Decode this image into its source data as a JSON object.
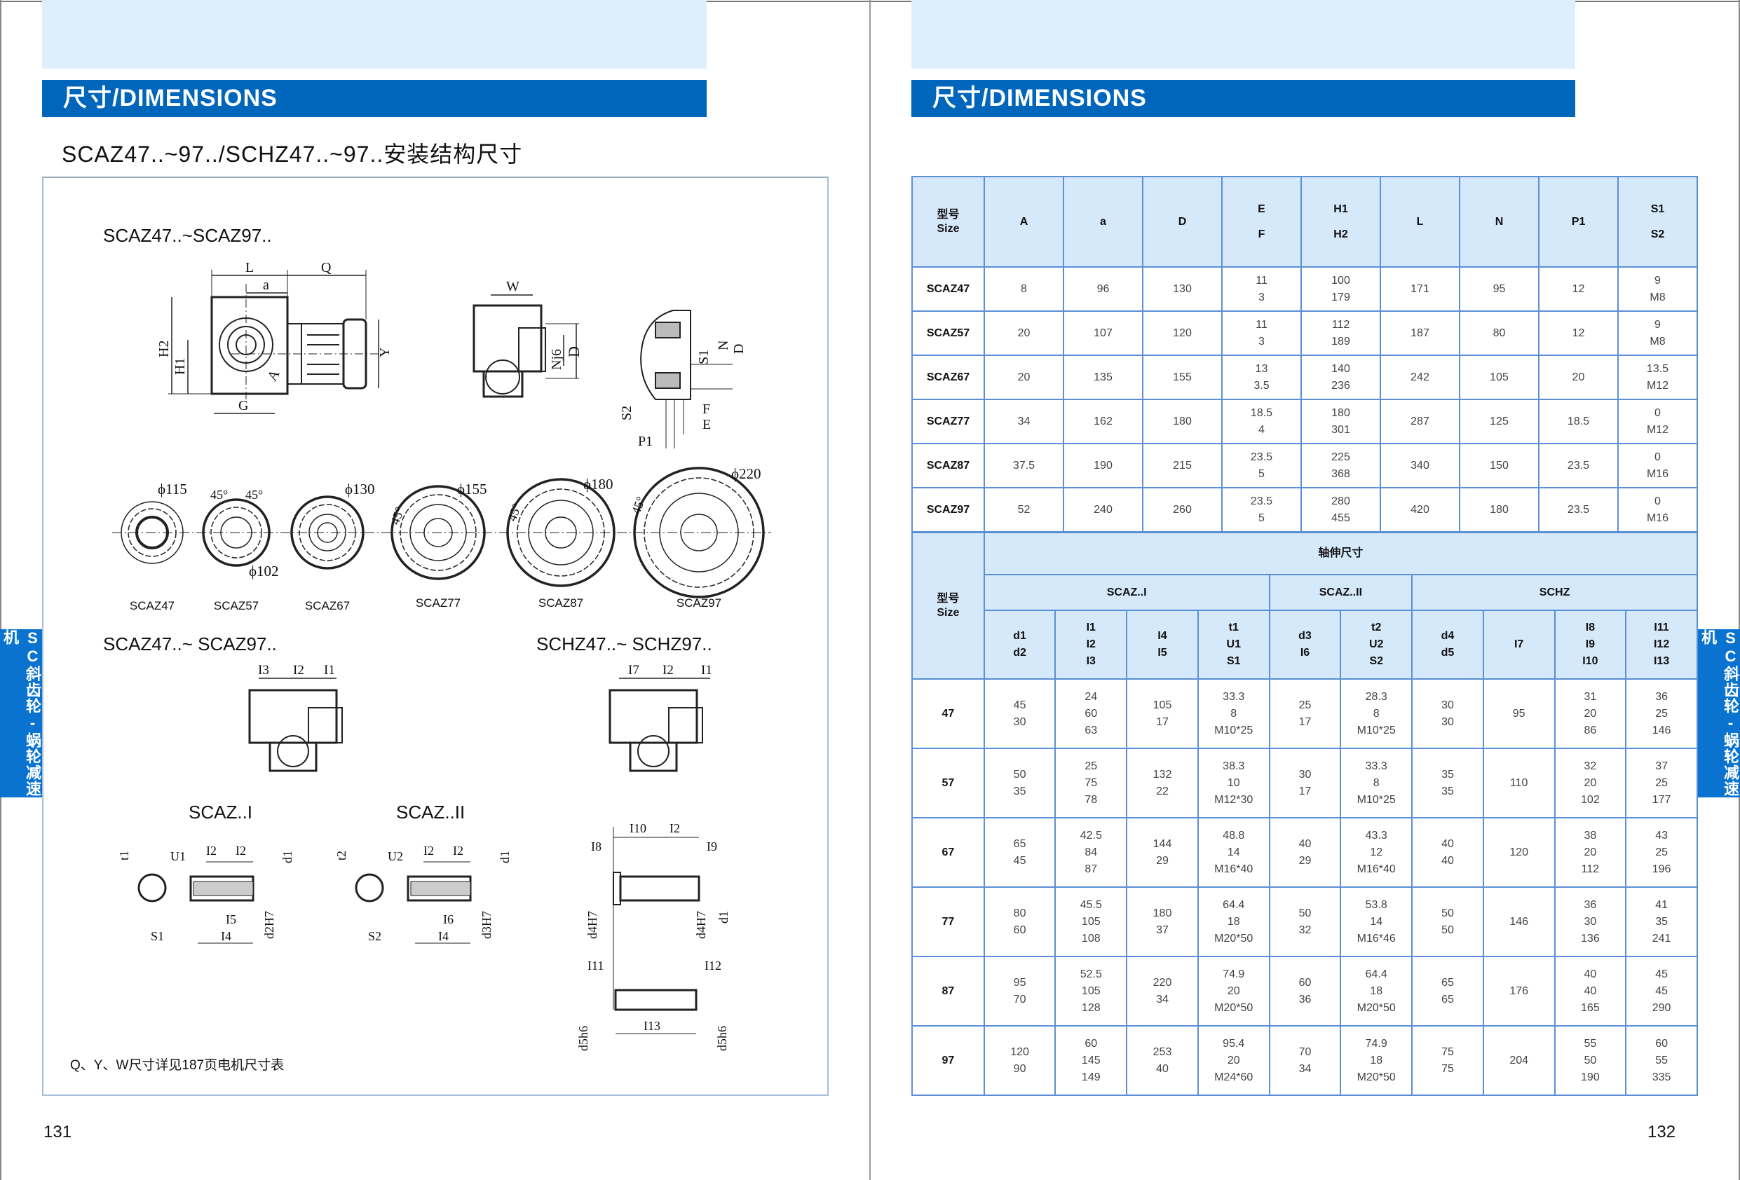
{
  "left_page": {
    "header_title": "尺寸/DIMENSIONS",
    "subtitle": "SCAZ47..~97../SCHZ47..~97..安装结构尺寸",
    "section1_title": "SCAZ47..~SCAZ97..",
    "main_dims": [
      "L",
      "Q",
      "a",
      "H2",
      "H1",
      "A",
      "G",
      "Y",
      "W",
      "Nj6",
      "D",
      "S1",
      "N",
      "D",
      "S2",
      "F",
      "E",
      "P1"
    ],
    "flanges": [
      {
        "model": "SCAZ47",
        "dia": "ϕ115",
        "extra": "ϕ102"
      },
      {
        "model": "SCAZ57",
        "dia": "45°",
        "extra": "45°"
      },
      {
        "model": "SCAZ67",
        "dia": "ϕ130"
      },
      {
        "model": "SCAZ77",
        "dia": "ϕ155",
        "angle": "45°"
      },
      {
        "model": "SCAZ87",
        "dia": "ϕ180",
        "angle": "45°"
      },
      {
        "model": "SCAZ97",
        "dia": "ϕ220",
        "angle": "45°"
      }
    ],
    "section2_left_title": "SCAZ47..~ SCAZ97..",
    "section2_right_title": "SCHZ47..~ SCHZ97..",
    "gearbox_dims_left": [
      "I3",
      "I2",
      "I1"
    ],
    "gearbox_dims_right": [
      "I7",
      "I2",
      "I1"
    ],
    "shaft1_title": "SCAZ..I",
    "shaft2_title": "SCAZ..II",
    "shaft1_dims": [
      "t1",
      "U1",
      "I2",
      "I2",
      "d1",
      "I5",
      "S1",
      "I4",
      "d2H7"
    ],
    "shaft2_dims": [
      "t2",
      "U2",
      "I2",
      "I2",
      "d1",
      "I6",
      "S2",
      "I4",
      "d3H7"
    ],
    "schz_dims": [
      "I10",
      "I2",
      "I8",
      "I9",
      "d4H7",
      "d4H7",
      "d1",
      "I11",
      "I12",
      "I13",
      "d5h6",
      "d5h6"
    ],
    "note": "Q、Y、W尺寸详见187页电机尺寸表",
    "page_number": "131",
    "side_tab": "SC斜齿轮-蜗轮减速机"
  },
  "right_page": {
    "header_title": "尺寸/DIMENSIONS",
    "page_number": "132",
    "side_tab": "SC斜齿轮-蜗轮减速机",
    "table1": {
      "headers": [
        [
          "型号",
          "Size"
        ],
        [
          "A"
        ],
        [
          "a"
        ],
        [
          "D"
        ],
        [
          "E",
          "F"
        ],
        [
          "H1",
          "H2"
        ],
        [
          "L"
        ],
        [
          "N"
        ],
        [
          "P1"
        ],
        [
          "S1",
          "S2"
        ]
      ],
      "rows": [
        [
          "SCAZ47",
          "8",
          "96",
          "130",
          [
            "11",
            "3"
          ],
          [
            "100",
            "179"
          ],
          "171",
          "95",
          "12",
          [
            "9",
            "M8"
          ]
        ],
        [
          "SCAZ57",
          "20",
          "107",
          "120",
          [
            "11",
            "3"
          ],
          [
            "112",
            "189"
          ],
          "187",
          "80",
          "12",
          [
            "9",
            "M8"
          ]
        ],
        [
          "SCAZ67",
          "20",
          "135",
          "155",
          [
            "13",
            "3.5"
          ],
          [
            "140",
            "236"
          ],
          "242",
          "105",
          "20",
          [
            "13.5",
            "M12"
          ]
        ],
        [
          "SCAZ77",
          "34",
          "162",
          "180",
          [
            "18.5",
            "4"
          ],
          [
            "180",
            "301"
          ],
          "287",
          "125",
          "18.5",
          [
            "0",
            "M12"
          ]
        ],
        [
          "SCAZ87",
          "37.5",
          "190",
          "215",
          [
            "23.5",
            "5"
          ],
          [
            "225",
            "368"
          ],
          "340",
          "150",
          "23.5",
          [
            "0",
            "M16"
          ]
        ],
        [
          "SCAZ97",
          "52",
          "240",
          "260",
          [
            "23.5",
            "5"
          ],
          [
            "280",
            "455"
          ],
          "420",
          "180",
          "23.5",
          [
            "0",
            "M16"
          ]
        ]
      ]
    },
    "table2": {
      "size_header": [
        "型号",
        "Size"
      ],
      "title": "轴伸尺寸",
      "groups": [
        {
          "label": "SCAZ..I",
          "span": 4
        },
        {
          "label": "SCAZ..II",
          "span": 2
        },
        {
          "label": "SCHZ",
          "span": 4
        }
      ],
      "subheaders": [
        [
          "d1",
          "d2"
        ],
        [
          "I1",
          "I2",
          "I3"
        ],
        [
          "I4",
          "I5"
        ],
        [
          "t1",
          "U1",
          "S1"
        ],
        [
          "d3",
          "I6"
        ],
        [
          "t2",
          "U2",
          "S2"
        ],
        [
          "d4",
          "d5"
        ],
        [
          "I7"
        ],
        [
          "I8",
          "I9",
          "I10"
        ],
        [
          "I11",
          "I12",
          "I13"
        ]
      ],
      "rows": [
        [
          "47",
          [
            "45",
            "30"
          ],
          [
            "24",
            "60",
            "63"
          ],
          [
            "105",
            "17"
          ],
          [
            "33.3",
            "8",
            "M10*25"
          ],
          [
            "25",
            "17"
          ],
          [
            "28.3",
            "8",
            "M10*25"
          ],
          [
            "30",
            "30"
          ],
          [
            "95"
          ],
          [
            "31",
            "20",
            "86"
          ],
          [
            "36",
            "25",
            "146"
          ]
        ],
        [
          "57",
          [
            "50",
            "35"
          ],
          [
            "25",
            "75",
            "78"
          ],
          [
            "132",
            "22"
          ],
          [
            "38.3",
            "10",
            "M12*30"
          ],
          [
            "30",
            "17"
          ],
          [
            "33.3",
            "8",
            "M10*25"
          ],
          [
            "35",
            "35"
          ],
          [
            "110"
          ],
          [
            "32",
            "20",
            "102"
          ],
          [
            "37",
            "25",
            "177"
          ]
        ],
        [
          "67",
          [
            "65",
            "45"
          ],
          [
            "42.5",
            "84",
            "87"
          ],
          [
            "144",
            "29"
          ],
          [
            "48.8",
            "14",
            "M16*40"
          ],
          [
            "40",
            "29"
          ],
          [
            "43.3",
            "12",
            "M16*40"
          ],
          [
            "40",
            "40"
          ],
          [
            "120"
          ],
          [
            "38",
            "20",
            "112"
          ],
          [
            "43",
            "25",
            "196"
          ]
        ],
        [
          "77",
          [
            "80",
            "60"
          ],
          [
            "45.5",
            "105",
            "108"
          ],
          [
            "180",
            "37"
          ],
          [
            "64.4",
            "18",
            "M20*50"
          ],
          [
            "50",
            "32"
          ],
          [
            "53.8",
            "14",
            "M16*46"
          ],
          [
            "50",
            "50"
          ],
          [
            "146"
          ],
          [
            "36",
            "30",
            "136"
          ],
          [
            "41",
            "35",
            "241"
          ]
        ],
        [
          "87",
          [
            "95",
            "70"
          ],
          [
            "52.5",
            "105",
            "128"
          ],
          [
            "220",
            "34"
          ],
          [
            "74.9",
            "20",
            "M20*50"
          ],
          [
            "60",
            "36"
          ],
          [
            "64.4",
            "18",
            "M20*50"
          ],
          [
            "65",
            "65"
          ],
          [
            "176"
          ],
          [
            "40",
            "40",
            "165"
          ],
          [
            "45",
            "45",
            "290"
          ]
        ],
        [
          "97",
          [
            "120",
            "90"
          ],
          [
            "60",
            "145",
            "149"
          ],
          [
            "253",
            "40"
          ],
          [
            "95.4",
            "20",
            "M24*60"
          ],
          [
            "70",
            "34"
          ],
          [
            "74.9",
            "18",
            "M20*50"
          ],
          [
            "75",
            "75"
          ],
          [
            "204"
          ],
          [
            "55",
            "50",
            "190"
          ],
          [
            "60",
            "55",
            "335"
          ]
        ]
      ]
    }
  },
  "colors": {
    "brand_blue": "#0066bb",
    "light_blue": "#ddeefd",
    "table_header": "#d5e9fb",
    "table_border": "#5b8fd6",
    "side_tab": "#0a73cf"
  }
}
